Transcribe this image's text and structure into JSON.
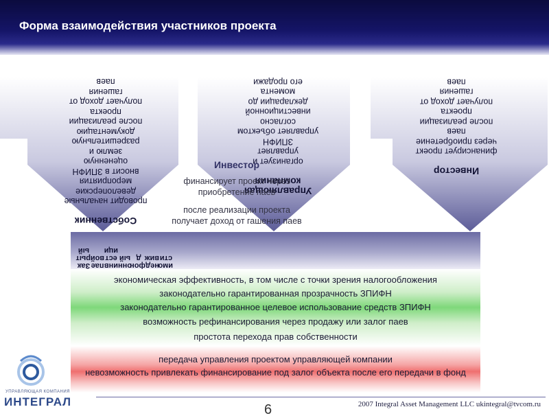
{
  "header": {
    "title": "Форма взаимодействия участников проекта"
  },
  "left_arrow": {
    "title": "Собственник",
    "text": "проводит начальные\nдевелоперские\nмероприятия\nвносит в ЗПИФН\nоцененную\nземлю и\nразрешительную\nдокументацию\nпосле реализации\nпроекта\nполучает доход от\nгашения\nпаев"
  },
  "center_arrow": {
    "title": "Управляющая\nкомпания",
    "text": "организует и\nуправляет\nЗПИФН\nуправляет объектом\nсогласно\nинвестиционной\nдекларации до\nмомента\nего продажи"
  },
  "right_arrow": {
    "title": "Инвестор",
    "text": "финансирует проект\nчерез приобретение\nпаев\nпосле реализации\nпроекта\nполучает доход от\nгашения\nпаев"
  },
  "center_overlay": {
    "title": "Инвестор",
    "finance": "финансирует проект через приобретение паев",
    "income": "после реализации проекта получает доход от гашения паев"
  },
  "purple_columns": [
    "Зак\nрыт\nый",
    "пае\nвой",
    "инв\nест\nици",
    "онн\nый",
    "фон\nд",
    "нед\nвиж",
    "имо\nсти"
  ],
  "advantages": [
    "экономическая эффективность, в том числе с точки зрения налогообложения",
    "законодательно гарантированная прозрачность ЗПИФН",
    "законодательно гарантированное целевое использование средств ЗПИФН",
    "возможность рефинансирования через продажу или залог паев",
    "простота перехода прав собственности"
  ],
  "disadvantages": [
    "передача управления проектом управляющей компании",
    "невозможность привлекать финансирование под залог объекта после его передачи в фонд"
  ],
  "footer": {
    "copyright": "2007 Integral Asset Management LLC  ukintegral@tvcom.ru",
    "page_number": "6"
  },
  "logo": {
    "subtitle": "УПРАВЛЯЮЩАЯ КОМПАНИЯ",
    "name": "ИНТЕГРАЛ"
  },
  "colors": {
    "header": "#141466",
    "arrow": "#6b6ba3",
    "green": "#7ed87a",
    "red": "#ef6f6f"
  }
}
